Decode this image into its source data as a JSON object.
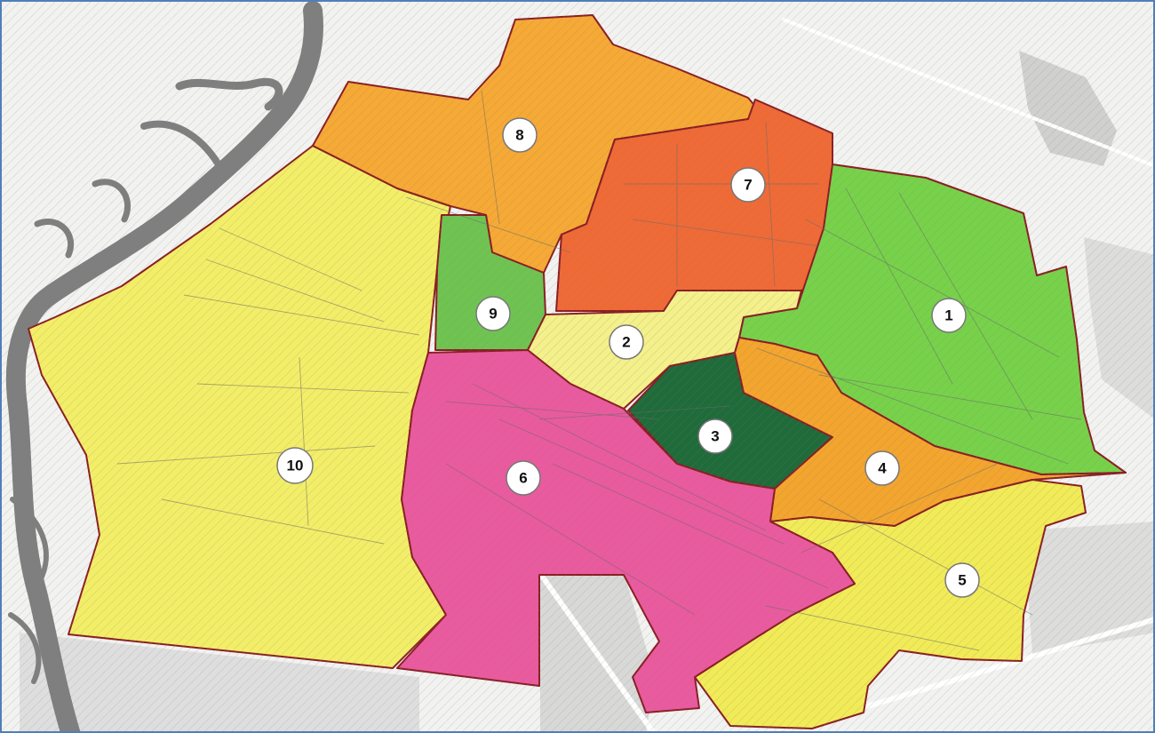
{
  "colors": {
    "frame_border": "#4f7fb8",
    "district_border": "#8a1f24",
    "river": "#7f7f7f",
    "background": "#f4f4f2"
  },
  "districts": [
    {
      "id": "district-1",
      "label": "1",
      "color": "#77d24a"
    },
    {
      "id": "district-2",
      "label": "2",
      "color": "#f4f08a"
    },
    {
      "id": "district-3",
      "label": "3",
      "color": "#1f6b3a"
    },
    {
      "id": "district-4",
      "label": "4",
      "color": "#f3a52e"
    },
    {
      "id": "district-5",
      "label": "5",
      "color": "#f1eb57"
    },
    {
      "id": "district-6",
      "label": "6",
      "color": "#ea5a9f"
    },
    {
      "id": "district-7",
      "label": "7",
      "color": "#f06a36"
    },
    {
      "id": "district-8",
      "label": "8",
      "color": "#f6a935"
    },
    {
      "id": "district-9",
      "label": "9",
      "color": "#6fc451"
    },
    {
      "id": "district-10",
      "label": "10",
      "color": "#f3ee67"
    }
  ]
}
